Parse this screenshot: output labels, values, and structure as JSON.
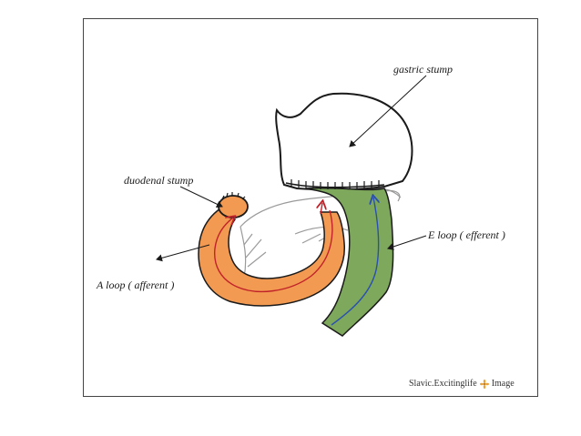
{
  "labels": {
    "gastric_stump": "gastric stump",
    "duodenal_stump": "duodenal stump",
    "e_loop": "E loop ( efferent )",
    "a_loop": "A loop ( afferent )"
  },
  "watermark": {
    "text_left": "Slavic.Excitinglife",
    "text_right": "Image",
    "icon": "flower-icon"
  },
  "colors": {
    "afferent_loop": "#f39a52",
    "efferent_loop": "#7ea85c",
    "afferent_arrow": "#c0222a",
    "efferent_arrow": "#2a4fb0",
    "outline": "#1a1a1a",
    "vessels": "#9a9a9a",
    "flower": "#e8a23a"
  }
}
